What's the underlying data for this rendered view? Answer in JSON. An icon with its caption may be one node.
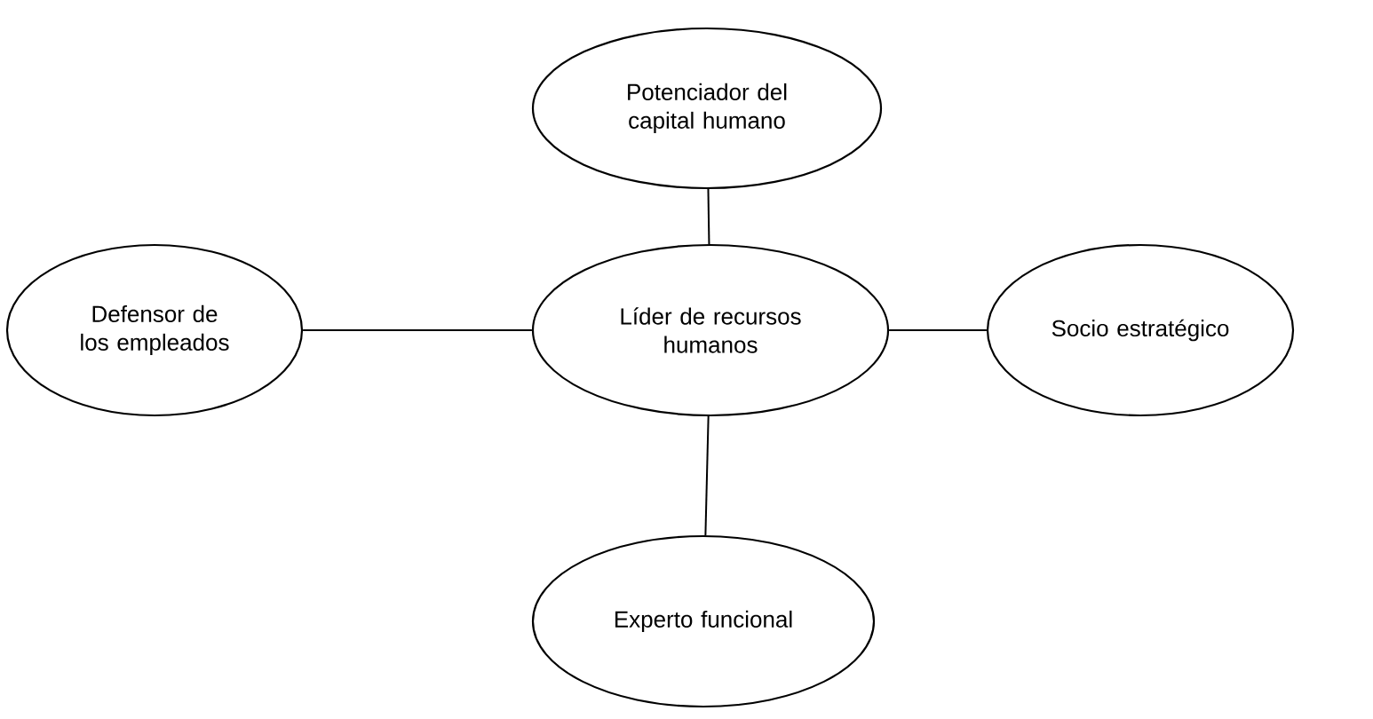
{
  "diagram": {
    "nodes": [
      {
        "text": [
          "Potenciador del capital humano"
        ]
      },
      {
        "text": [
          "Defensor de los empleados"
        ]
      },
      {
        "text": [
          "Líder de recursos humanos"
        ]
      },
      {
        "text": [
          "Socio estratégico"
        ]
      },
      {
        "text": [
          "Experto funcional"
        ]
      }
    ],
    "edges": [
      {
        "from": 2,
        "to": 0,
        "arrow": "none"
      },
      {
        "from": 1,
        "to": 2,
        "arrow": "none"
      },
      {
        "from": 2,
        "to": 3,
        "arrow": "none"
      },
      {
        "from": 2,
        "to": 4,
        "arrow": "none"
      }
    ]
  }
}
